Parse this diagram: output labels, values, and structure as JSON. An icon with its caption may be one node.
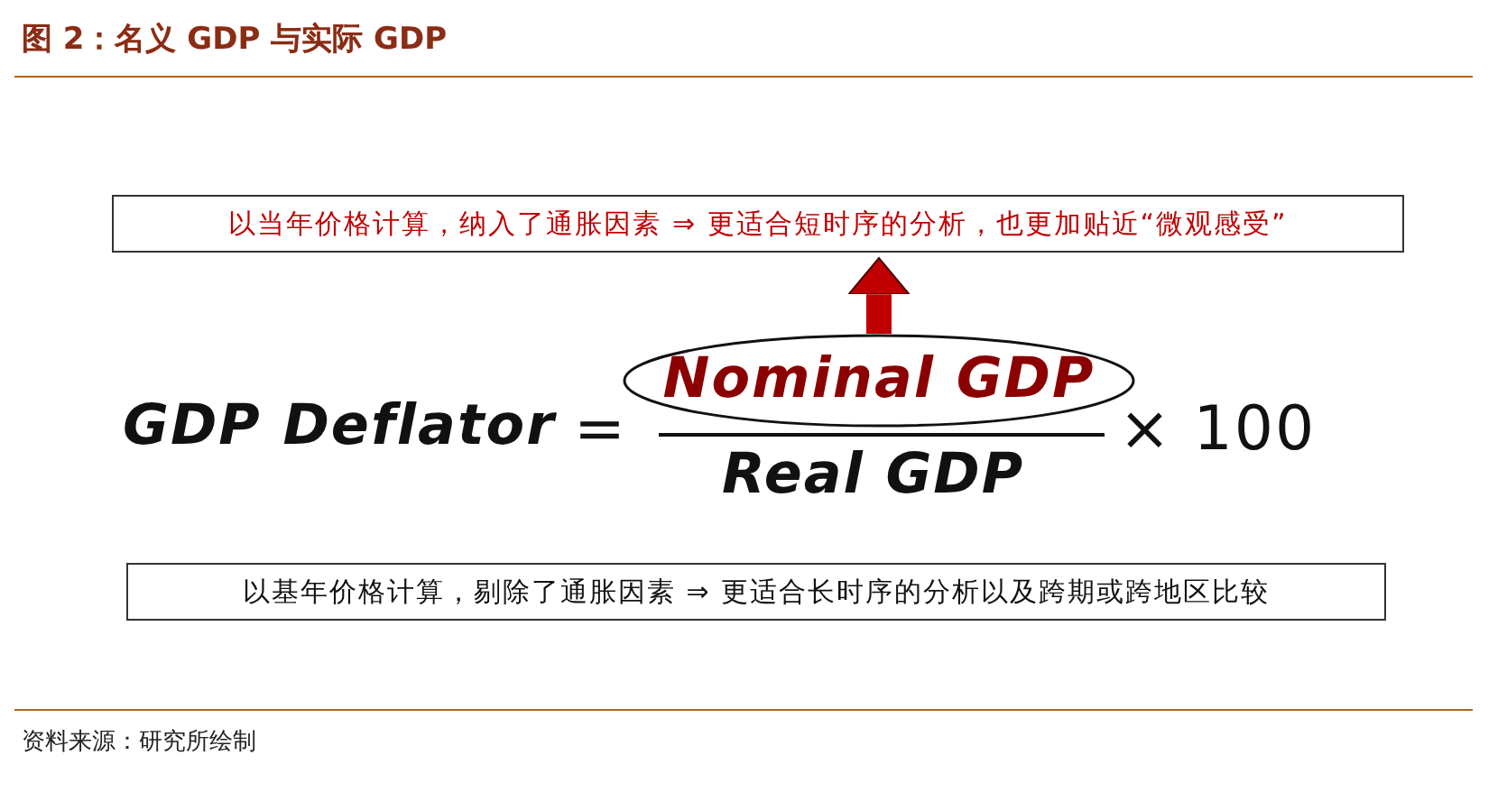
{
  "diagram": {
    "title": "图 2：名义 GDP 与实际 GDP",
    "caption": "资料来源：研究所绘制",
    "nodes": [
      {
        "text": [
          "以当年价格计算，纳入了通胀因素 ⇒ 更适合短时序的分析，也更加贴近“微观感受”"
        ]
      },
      {
        "text": [
          "Nominal GDP"
        ]
      },
      {
        "text": [
          "以基年价格计算，剔除了通胀因素 ⇒ 更适合长时序的分析以及跨期或跨地区比较"
        ]
      }
    ],
    "edges": [
      {
        "from": 1,
        "to": 0,
        "arrow": "to"
      }
    ],
    "labels": [
      "GDP Deflator",
      "=",
      "Real GDP",
      "× 100"
    ]
  }
}
